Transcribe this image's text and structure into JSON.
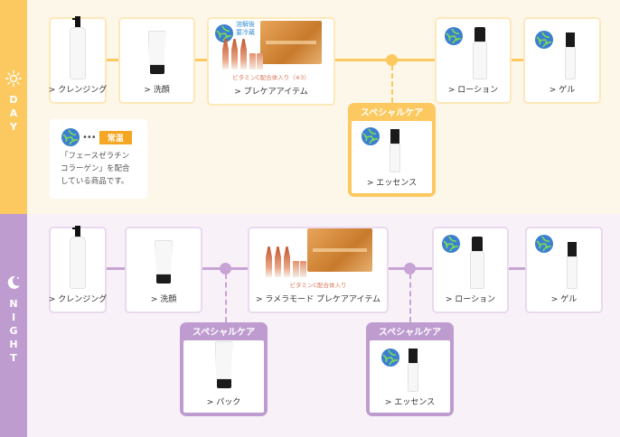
{
  "day": {
    "side_label": [
      "D",
      "A",
      "Y"
    ],
    "side_icon": "sun-icon",
    "steps": [
      {
        "label": "> クレンジング",
        "product": "pump-bottle"
      },
      {
        "label": "> 洗顔",
        "product": "tube"
      },
      {
        "label": "> プレケアアイテム",
        "product": "ampoule-kit",
        "note": "ビタミンC配合体入り（※3）",
        "cold_note": "溶解後\n要冷蔵",
        "molecule": true
      },
      {
        "label": "> ローション",
        "product": "bottle",
        "molecule": true
      },
      {
        "label": "> ゲル",
        "product": "slim-bottle",
        "molecule": true
      }
    ],
    "special": {
      "title": "スペシャルケア",
      "label": "> エッセンス",
      "product": "slim-bottle",
      "molecule": true
    },
    "legend": {
      "icon": "collagen-molecule-icon",
      "dots": "•••",
      "badge": "常温",
      "text": "「フェースゼラチン\nコラーゲン」を配合\nしている商品です。"
    }
  },
  "night": {
    "side_label": [
      "N",
      "I",
      "G",
      "H",
      "T"
    ],
    "side_icon": "moon-icon",
    "steps": [
      {
        "label": "> クレンジング",
        "product": "pump-bottle"
      },
      {
        "label": "> 洗顔",
        "product": "tube"
      },
      {
        "label": "> ラメラモード プレケアアイテム",
        "product": "ampoule-kit",
        "note": "ビタミンC配合体入り"
      },
      {
        "label": "> ローション",
        "product": "bottle",
        "molecule": true
      },
      {
        "label": "> ゲル",
        "product": "slim-bottle",
        "molecule": true
      }
    ],
    "specials": [
      {
        "title": "スペシャルケア",
        "label": "> パック",
        "product": "tube"
      },
      {
        "title": "スペシャルケア",
        "label": "> エッセンス",
        "product": "slim-bottle",
        "molecule": true
      }
    ]
  },
  "colors": {
    "day_accent": "#fbc95f",
    "night_accent": "#bf9cd0",
    "day_bg": "#fdf7ea",
    "night_bg": "#f8f1f8",
    "badge": "#f5a623"
  }
}
